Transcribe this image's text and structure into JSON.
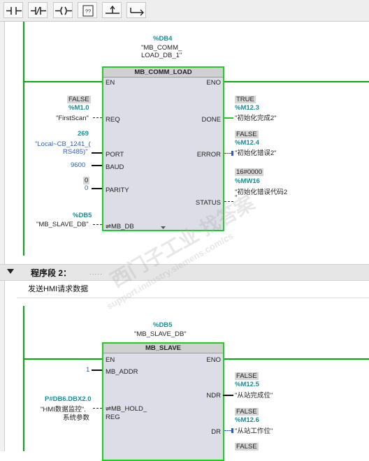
{
  "toolbar": {
    "icons": [
      "normally-open-contact-icon",
      "normally-closed-contact-icon",
      "coil-icon",
      "empty-box-icon",
      "open-branch-icon",
      "close-branch-icon"
    ],
    "empty_box_label": "??"
  },
  "network1": {
    "db_address": "%DB4",
    "db_name_line1": "\"MB_COMM_",
    "db_name_line2": "LOAD_DB_1\"",
    "block_title": "MB_COMM_LOAD",
    "en": "EN",
    "eno": "ENO",
    "req": {
      "pin": "REQ",
      "value": "FALSE",
      "address": "%M1.0",
      "symbol": "\"FirstScan\""
    },
    "port": {
      "pin": "PORT",
      "value": "269",
      "symbol_line1": "\"Local~CB_1241_(",
      "symbol_line2": "RS485)\""
    },
    "baud": {
      "pin": "BAUD",
      "value": "9600"
    },
    "parity": {
      "pin": "PARITY",
      "value": "0",
      "const": "0"
    },
    "mb_db": {
      "pin": "⇌MB_DB",
      "address": "%DB5",
      "symbol": "\"MB_SLAVE_DB\""
    },
    "done": {
      "pin": "DONE",
      "value": "TRUE",
      "address": "%M12.3",
      "symbol": "\"初始化完成2\""
    },
    "error": {
      "pin": "ERROR",
      "value": "FALSE",
      "address": "%M12.4",
      "symbol": "\"初始化错误2\""
    },
    "status": {
      "pin": "STATUS",
      "value": "16#0000",
      "address": "%MW16",
      "symbol_line1": "\"初始化错误代码2",
      "symbol_line2": "\""
    }
  },
  "segment2": {
    "title": "程序段 2：",
    "dots": ".....",
    "comment": "发送HMI请求数据"
  },
  "network2": {
    "db_address": "%DB5",
    "db_name": "\"MB_SLAVE_DB\"",
    "block_title": "MB_SLAVE",
    "en": "EN",
    "eno": "ENO",
    "mb_addr": {
      "pin": "MB_ADDR",
      "const": "1"
    },
    "mb_hold_reg": {
      "pin_line1": "⇌MB_HOLD_",
      "pin_line2": "REG",
      "address": "P#DB6.DBX2.0",
      "symbol_line1": "\"HMI数据监控\".",
      "symbol_line2": "系统参数"
    },
    "ndr": {
      "pin": "NDR",
      "value": "FALSE",
      "address": "%M12.5",
      "symbol": "\"从站完成位\""
    },
    "dr": {
      "pin": "DR",
      "value": "FALSE",
      "address": "%M12.6",
      "symbol": "\"从站工作位\""
    },
    "next_value": "FALSE"
  },
  "watermark": {
    "line1": "西门子工业 找答案",
    "line2": "support.industry.siemens.com/cs"
  }
}
